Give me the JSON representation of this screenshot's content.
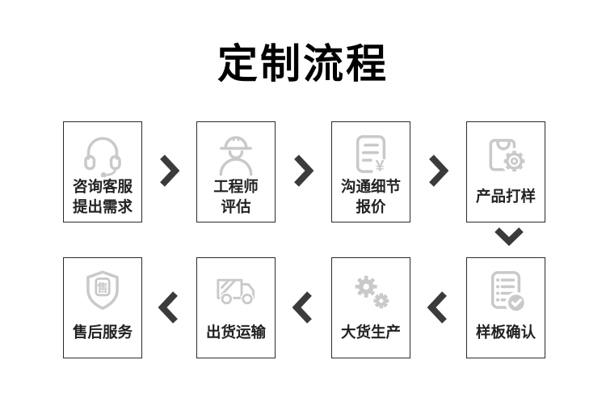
{
  "title": "定制流程",
  "glyphs": {
    "yen": "¥",
    "shield": "售"
  },
  "colors": {
    "icon_gray": "#c9c9c9",
    "arrow_dark": "#3b3b3b",
    "card_border": "#2b2b2b",
    "title_black": "#000000",
    "label_dark": "#222222",
    "background": "#ffffff"
  },
  "steps": [
    {
      "icon": "headset-icon",
      "label": "咨询客服\n提出需求"
    },
    {
      "icon": "engineer-icon",
      "label": "工程师\n评估"
    },
    {
      "icon": "quote-document-icon",
      "label": "沟通细节\n报价"
    },
    {
      "icon": "bag-gear-icon",
      "label": "产品打样"
    },
    {
      "icon": "checklist-confirm-icon",
      "label": "样板确认"
    },
    {
      "icon": "gears-icon",
      "label": "大货生产"
    },
    {
      "icon": "truck-icon",
      "label": "出货运输"
    },
    {
      "icon": "shield-aftersales-icon",
      "label": "售后服务"
    }
  ]
}
